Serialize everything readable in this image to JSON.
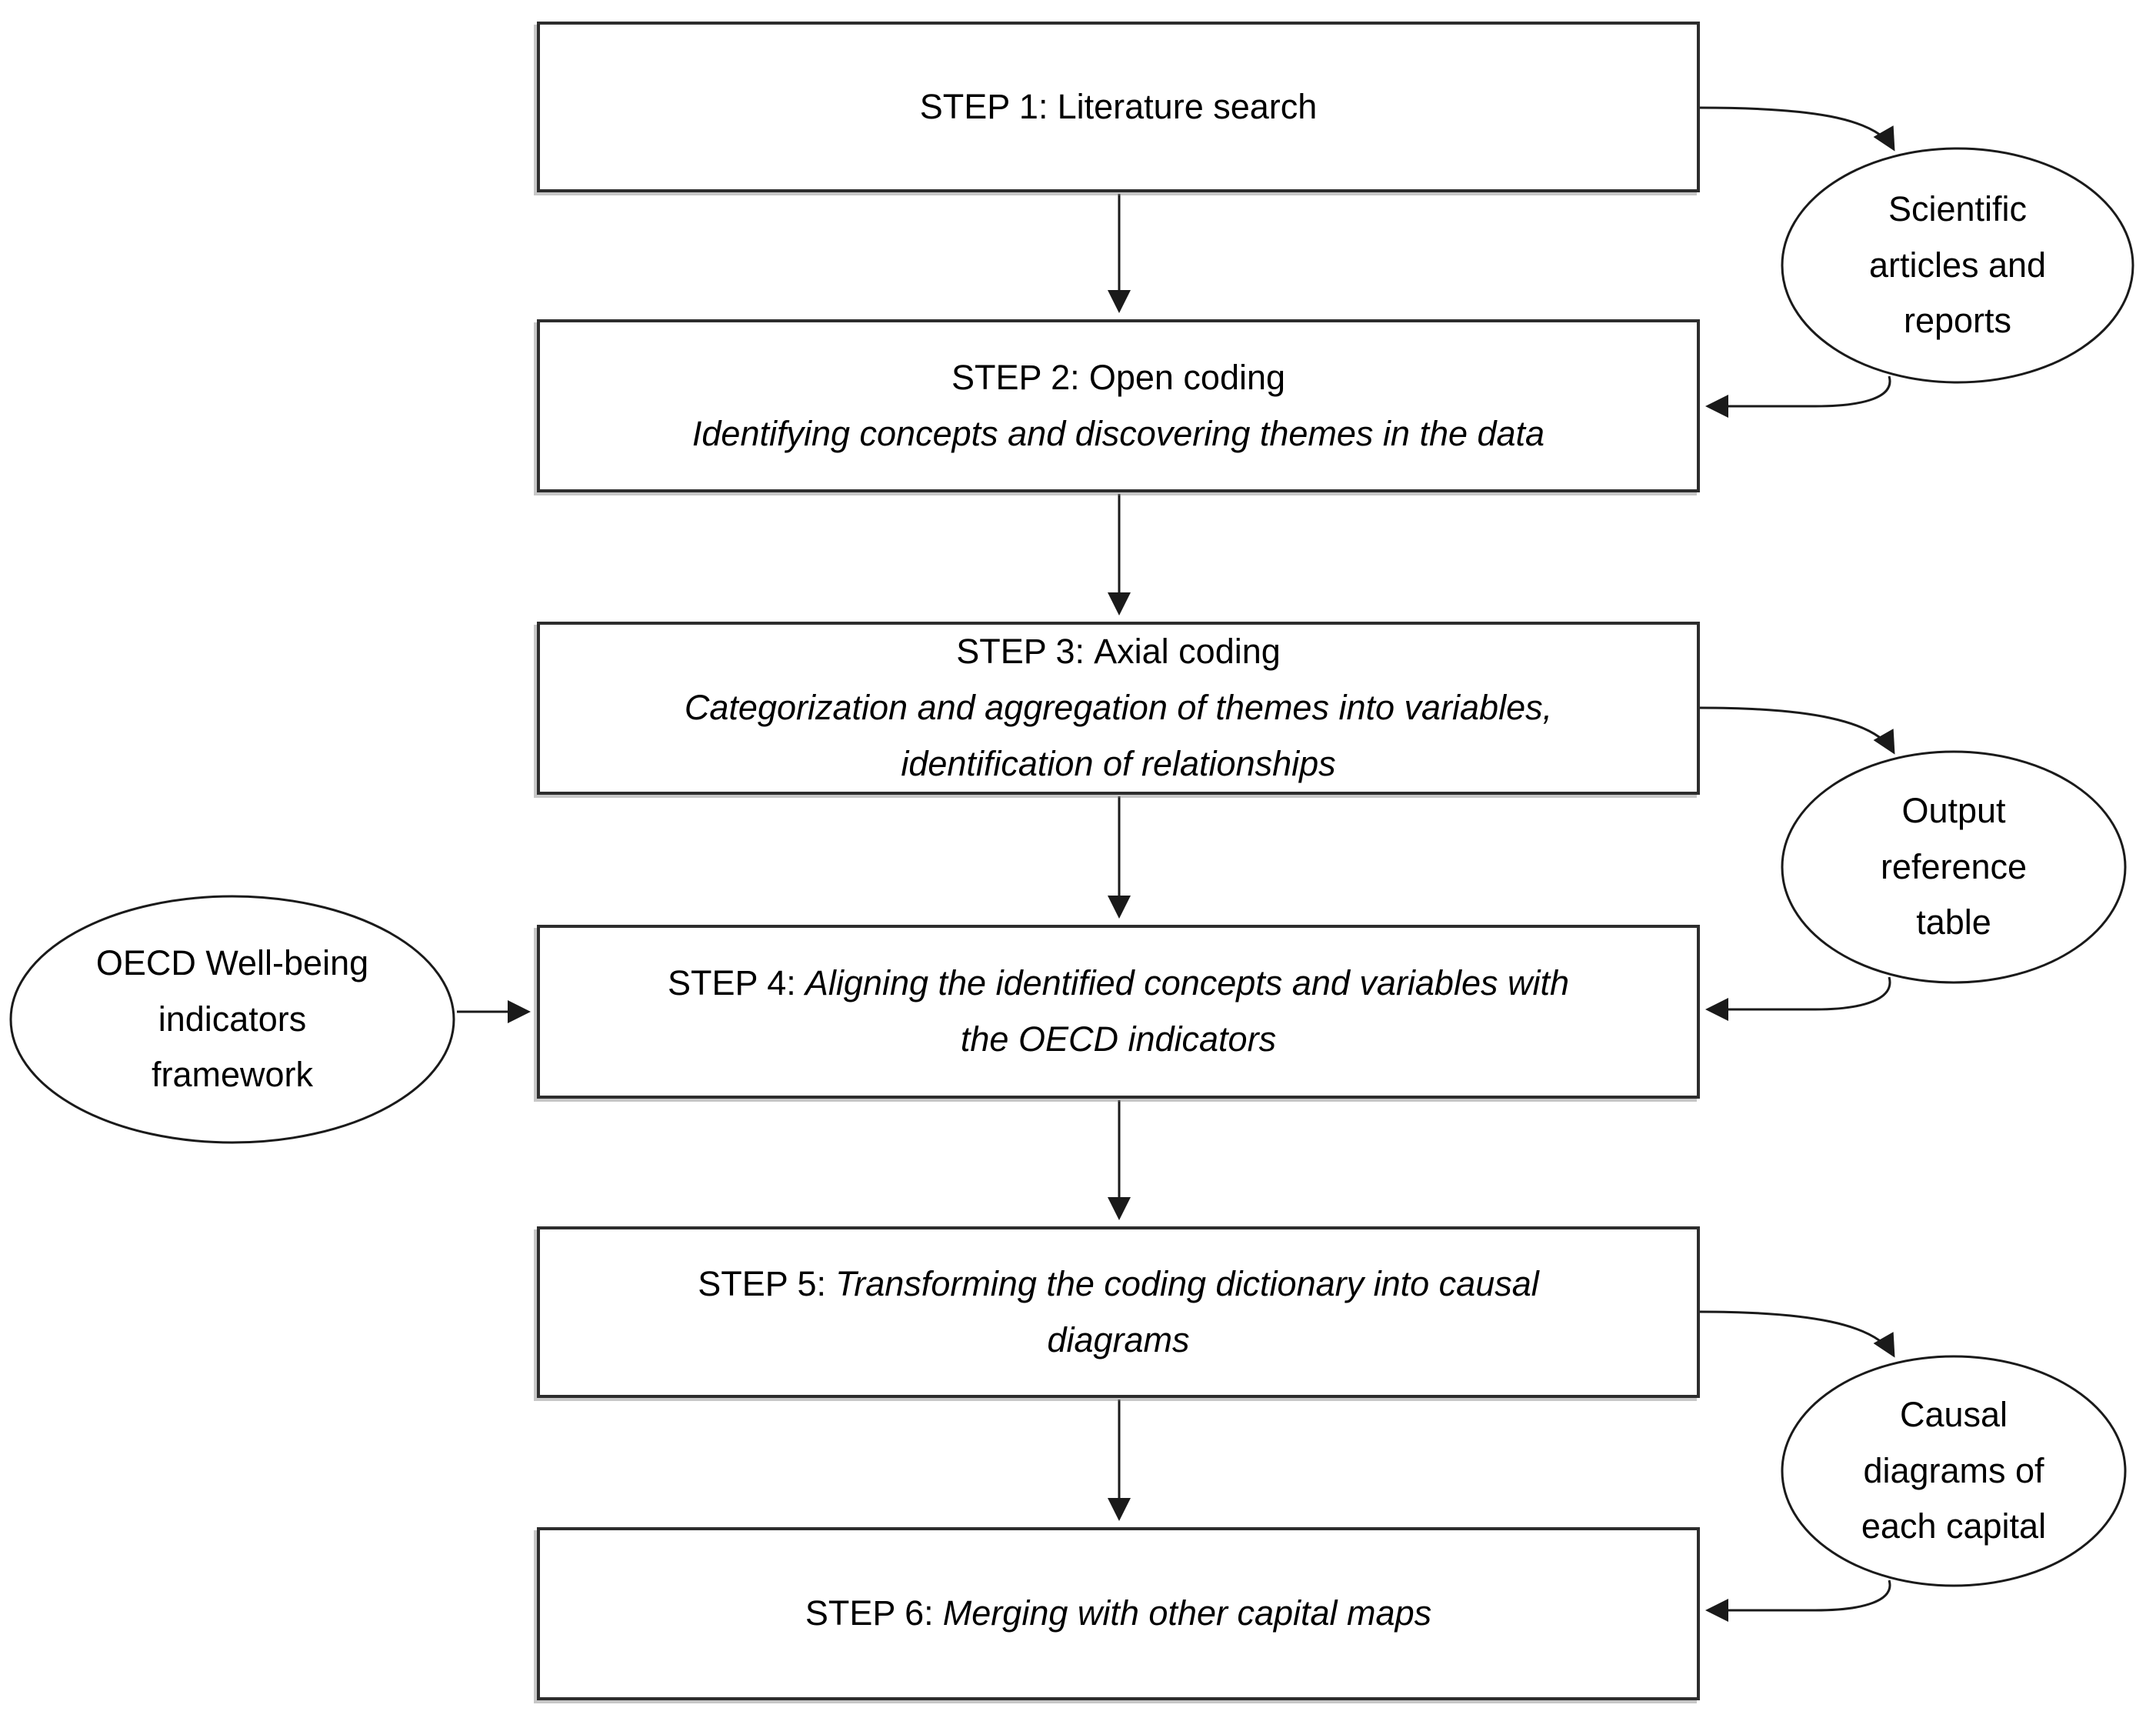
{
  "steps": [
    {
      "label": "STEP 1:",
      "heading": "Literature search",
      "detail": ""
    },
    {
      "label": "STEP 2:",
      "heading": "Open coding",
      "detail": "Identifying concepts and discovering themes in the data"
    },
    {
      "label": "STEP 3:",
      "heading": "Axial coding",
      "detail": "Categorization and aggregation of themes into variables, identification of relationships"
    },
    {
      "label": "STEP 4:",
      "heading": "",
      "detail": "Aligning the identified concepts and variables with the OECD indicators"
    },
    {
      "label": "STEP 5:",
      "heading": "",
      "detail": "Transforming the coding dictionary into causal diagrams"
    },
    {
      "label": "STEP 6:",
      "heading": "",
      "detail": "Merging with other capital maps"
    }
  ],
  "ellipses": [
    {
      "name": "scientific-articles-and-reports",
      "lines": [
        "Scientific",
        "articles and",
        "reports"
      ]
    },
    {
      "name": "output-reference-table",
      "lines": [
        "Output",
        "reference",
        "table"
      ]
    },
    {
      "name": "causal-diagrams-of-each-capital",
      "lines": [
        "Causal",
        "diagrams of",
        "each capital"
      ]
    },
    {
      "name": "oecd-wellbeing-indicators-framework",
      "lines": [
        "OECD Well-being",
        "indicators",
        "framework"
      ]
    }
  ],
  "colors": {
    "line": "#1a1a1a",
    "box_border": "#2d2d2d",
    "text": "#000000",
    "background": "#ffffff"
  }
}
